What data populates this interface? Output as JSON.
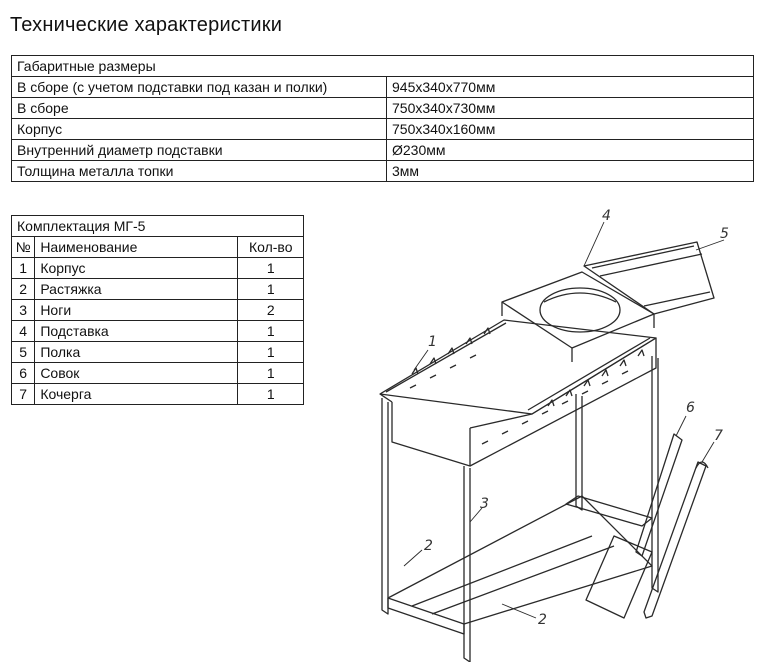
{
  "title": "Технические характеристики",
  "specs": {
    "header": "Габаритные размеры",
    "rows": [
      {
        "label": "В сборе (с учетом подставки под казан и полки)",
        "value": "945x340x770мм"
      },
      {
        "label": "В сборе",
        "value": "750x340x730мм"
      },
      {
        "label": "Корпус",
        "value": "750x340x160мм"
      },
      {
        "label": "Внутренний диаметр подставки",
        "value": "Ø230мм"
      },
      {
        "label": "Толщина металла топки",
        "value": "3мм"
      }
    ]
  },
  "kit": {
    "header": "Комплектация МГ-5",
    "columns": {
      "num": "№",
      "name": "Наименование",
      "qty": "Кол-во"
    },
    "rows": [
      {
        "num": "1",
        "name": "Корпус",
        "qty": "1"
      },
      {
        "num": "2",
        "name": "Растяжка",
        "qty": "1"
      },
      {
        "num": "3",
        "name": "Ноги",
        "qty": "2"
      },
      {
        "num": "4",
        "name": "Подставка",
        "qty": "1"
      },
      {
        "num": "5",
        "name": "Полка",
        "qty": "1"
      },
      {
        "num": "6",
        "name": "Совок",
        "qty": "1"
      },
      {
        "num": "7",
        "name": "Кочерга",
        "qty": "1"
      }
    ]
  },
  "drawing": {
    "callouts": [
      "1",
      "2",
      "2",
      "3",
      "4",
      "5",
      "6",
      "7"
    ]
  }
}
